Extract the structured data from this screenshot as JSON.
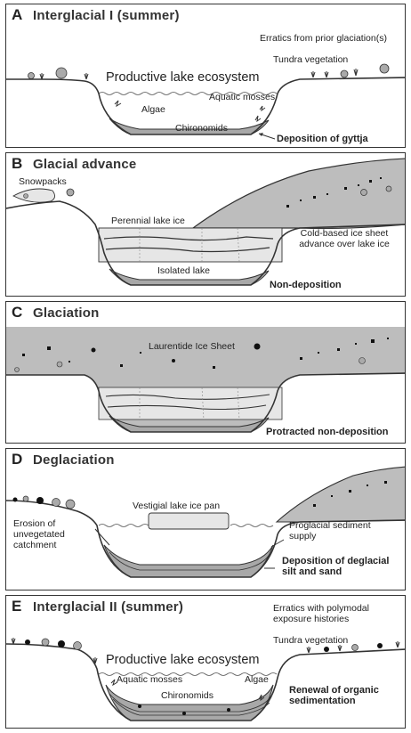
{
  "panels": [
    {
      "letter": "A",
      "title": "Interglacial I (summer)",
      "labels": {
        "erratics": "Erratics from prior glaciation(s)",
        "tundra": "Tundra vegetation",
        "ecosystem": "Productive lake ecosystem",
        "mosses": "Aquatic mosses",
        "algae": "Algae",
        "chironomids": "Chironomids",
        "deposition": "Deposition of gyttja"
      }
    },
    {
      "letter": "B",
      "title": "Glacial advance",
      "labels": {
        "snowpacks": "Snowpacks",
        "lake_ice": "Perennial lake ice",
        "ice_sheet": "Cold-based ice sheet advance over lake ice",
        "isolated": "Isolated lake",
        "nondeposition": "Non-deposition"
      }
    },
    {
      "letter": "C",
      "title": "Glaciation",
      "labels": {
        "laurentide": "Laurentide Ice Sheet",
        "protracted": "Protracted non-deposition"
      }
    },
    {
      "letter": "D",
      "title": "Deglaciation",
      "labels": {
        "ice_pan": "Vestigial lake ice pan",
        "erosion": "Erosion of unvegetated catchment",
        "supply": "Proglacial sediment supply",
        "deglacial": "Deposition of deglacial silt and sand"
      }
    },
    {
      "letter": "E",
      "title": "Interglacial II (summer)",
      "labels": {
        "erratics": "Erratics with polymodal exposure histories",
        "tundra": "Tundra vegetation",
        "ecosystem": "Productive lake ecosystem",
        "mosses": "Aquatic mosses",
        "algae": "Algae",
        "chironomids": "Chironomids",
        "renewal": "Renewal of organic sedimentation"
      }
    }
  ],
  "colors": {
    "ice": "#bdbdbd",
    "sediment": "#a8a8a8",
    "outline": "#333333",
    "lake_ice": "#e6e6e6"
  }
}
